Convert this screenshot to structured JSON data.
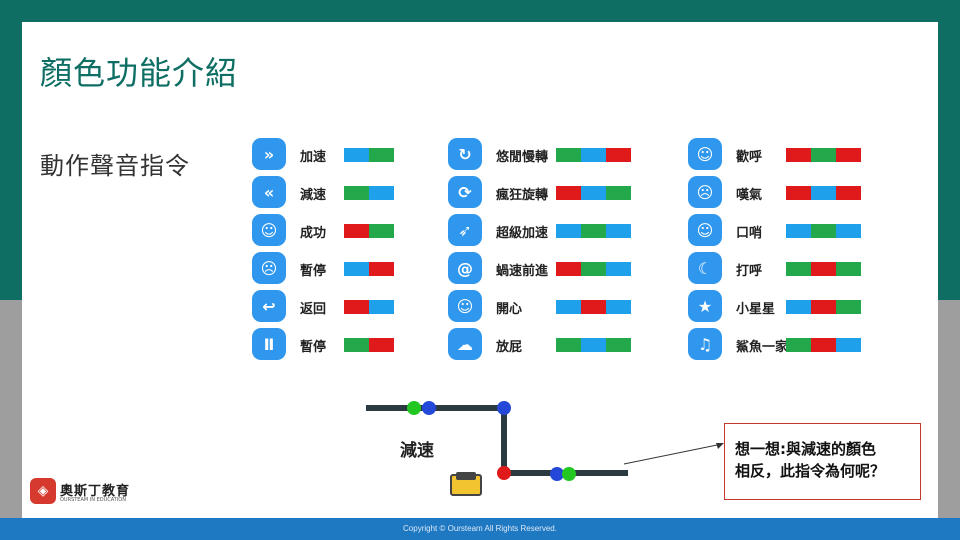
{
  "title": "顏色功能介紹",
  "subtitle": "動作聲音指令",
  "commands": [
    {
      "label": "加速",
      "icon": "fast-forward-icon",
      "glyph": "»",
      "colors": [
        "#1ea0ea",
        "#23a84b"
      ]
    },
    {
      "label": "減速",
      "icon": "rewind-icon",
      "glyph": "«",
      "colors": [
        "#23a84b",
        "#1ea0ea"
      ]
    },
    {
      "label": "成功",
      "icon": "success-face-icon",
      "glyph": "☺",
      "colors": [
        "#e01a1a",
        "#23a84b"
      ]
    },
    {
      "label": "暫停",
      "icon": "pause-face-icon",
      "glyph": "☹",
      "colors": [
        "#1ea0ea",
        "#e01a1a"
      ]
    },
    {
      "label": "返回",
      "icon": "return-arrow-icon",
      "glyph": "↩",
      "colors": [
        "#e01a1a",
        "#1ea0ea"
      ]
    },
    {
      "label": "暫停",
      "icon": "pause-icon",
      "glyph": "Ⅱ",
      "colors": [
        "#23a84b",
        "#e01a1a"
      ]
    },
    {
      "label": "悠閒慢轉",
      "icon": "slow-rotate-icon",
      "glyph": "↻",
      "colors": [
        "#23a84b",
        "#1ea0ea",
        "#e01a1a"
      ]
    },
    {
      "label": "瘋狂旋轉",
      "icon": "crazy-spin-icon",
      "glyph": "⟳",
      "colors": [
        "#e01a1a",
        "#1ea0ea",
        "#23a84b"
      ]
    },
    {
      "label": "超級加速",
      "icon": "rocket-icon",
      "glyph": "➶",
      "colors": [
        "#1ea0ea",
        "#23a84b",
        "#1ea0ea"
      ]
    },
    {
      "label": "蝸速前進",
      "icon": "snail-icon",
      "glyph": "@",
      "colors": [
        "#e01a1a",
        "#23a84b",
        "#1ea0ea"
      ]
    },
    {
      "label": "開心",
      "icon": "happy-face-icon",
      "glyph": "☺",
      "colors": [
        "#1ea0ea",
        "#e01a1a",
        "#1ea0ea"
      ]
    },
    {
      "label": "放屁",
      "icon": "fart-icon",
      "glyph": "☁",
      "colors": [
        "#23a84b",
        "#1ea0ea",
        "#23a84b"
      ]
    },
    {
      "label": "歡呼",
      "icon": "cheer-face-icon",
      "glyph": "☺",
      "colors": [
        "#e01a1a",
        "#23a84b",
        "#e01a1a"
      ]
    },
    {
      "label": "嘆氣",
      "icon": "sigh-face-icon",
      "glyph": "☹",
      "colors": [
        "#e01a1a",
        "#1ea0ea",
        "#e01a1a"
      ]
    },
    {
      "label": "口哨",
      "icon": "whistle-face-icon",
      "glyph": "☺",
      "colors": [
        "#1ea0ea",
        "#23a84b",
        "#1ea0ea"
      ]
    },
    {
      "label": "打呼",
      "icon": "snore-face-icon",
      "glyph": "☾",
      "colors": [
        "#23a84b",
        "#e01a1a",
        "#23a84b"
      ]
    },
    {
      "label": "小星星",
      "icon": "star-song-icon",
      "glyph": "★",
      "colors": [
        "#1ea0ea",
        "#e01a1a",
        "#23a84b"
      ]
    },
    {
      "label": "鯊魚一家",
      "icon": "shark-song-icon",
      "glyph": "♫",
      "colors": [
        "#23a84b",
        "#e01a1a",
        "#1ea0ea"
      ]
    }
  ],
  "track_label": "減速",
  "callout_line1": "想一想:與減速的顏色",
  "callout_line2": "相反，此指令為何呢？",
  "logo": {
    "name": "奧斯丁教育",
    "sub": "OURSTEAM IN EDUCATION"
  },
  "footer": "Copyright © Oursteam All Rights Reserved."
}
